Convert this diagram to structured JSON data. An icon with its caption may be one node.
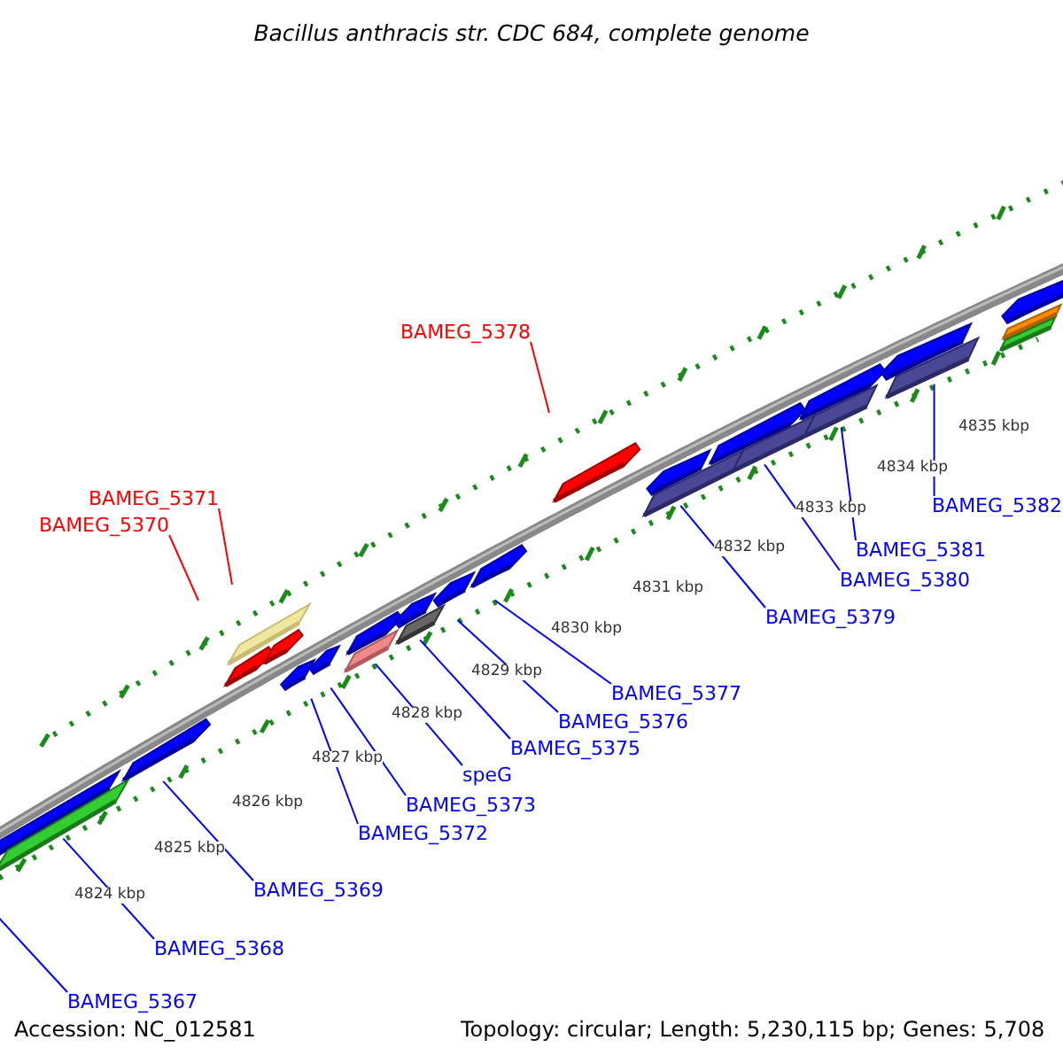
{
  "diagram": {
    "title": "Bacillus anthracis str. CDC 684, complete genome",
    "nodes": [
      {
        "text": [
          "BAMEG_5378"
        ]
      },
      {
        "text": [
          "BAMEG_5371"
        ]
      },
      {
        "text": [
          "BAMEG_5370"
        ]
      },
      {
        "text": [
          "BAMEG_5382"
        ]
      },
      {
        "text": [
          "BAMEG_5381"
        ]
      },
      {
        "text": [
          "BAMEG_5380"
        ]
      },
      {
        "text": [
          "BAMEG_5379"
        ]
      },
      {
        "text": [
          "BAMEG_5377"
        ]
      },
      {
        "text": [
          "BAMEG_5376"
        ]
      },
      {
        "text": [
          "BAMEG_5375"
        ]
      },
      {
        "text": [
          "speG"
        ]
      },
      {
        "text": [
          "BAMEG_5373"
        ]
      },
      {
        "text": [
          "BAMEG_5372"
        ]
      },
      {
        "text": [
          "BAMEG_5369"
        ]
      },
      {
        "text": [
          "BAMEG_5368"
        ]
      },
      {
        "text": [
          "BAMEG_5367"
        ]
      }
    ],
    "edges": [
      {
        "from": 0,
        "to": null,
        "arrow": "none",
        "color": "#ff0000"
      },
      {
        "from": 1,
        "to": null,
        "arrow": "none",
        "color": "#ff0000"
      },
      {
        "from": 2,
        "to": null,
        "arrow": "none",
        "color": "#ff0000"
      },
      {
        "from": 3,
        "to": null,
        "arrow": "none"
      },
      {
        "from": 4,
        "to": null,
        "arrow": "none"
      },
      {
        "from": 5,
        "to": null,
        "arrow": "none"
      },
      {
        "from": 6,
        "to": null,
        "arrow": "none"
      },
      {
        "from": 7,
        "to": null,
        "arrow": "none"
      },
      {
        "from": 8,
        "to": null,
        "arrow": "none"
      },
      {
        "from": 9,
        "to": null,
        "arrow": "none"
      },
      {
        "from": 10,
        "to": null,
        "arrow": "none"
      },
      {
        "from": 11,
        "to": null,
        "arrow": "none"
      },
      {
        "from": 12,
        "to": null,
        "arrow": "none"
      },
      {
        "from": 13,
        "to": null,
        "arrow": "none"
      },
      {
        "from": 14,
        "to": null,
        "arrow": "none"
      },
      {
        "from": 15,
        "to": null,
        "arrow": "none"
      }
    ],
    "labels": [
      "4835 kbp",
      "4834 kbp",
      "4833 kbp",
      "4832 kbp",
      "4831 kbp",
      "4830 kbp",
      "4829 kbp",
      "4828 kbp",
      "4827 kbp",
      "4826 kbp",
      "4825 kbp",
      "4824 kbp",
      "Accession: NC_012581",
      "Topology: circular; Length: 5,230,115 bp; Genes: 5,708"
    ]
  }
}
